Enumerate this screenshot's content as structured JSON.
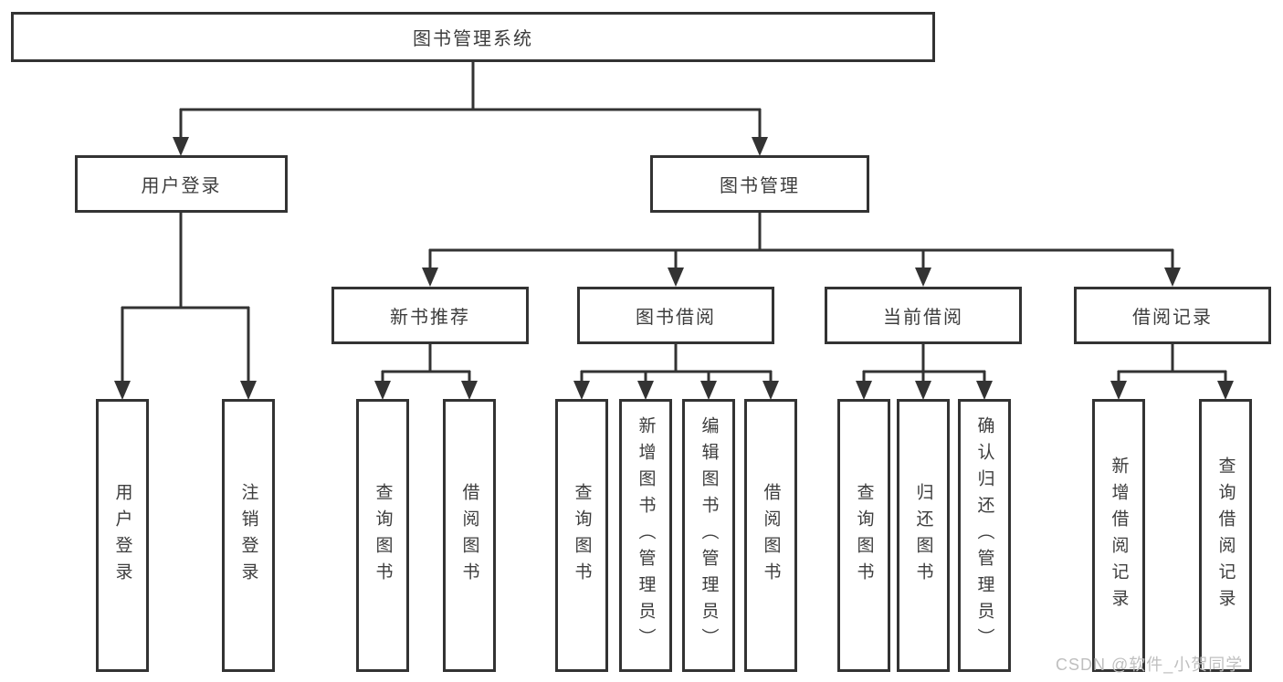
{
  "diagram": {
    "title": "图书管理系统",
    "level1": [
      {
        "label": "用户登录"
      },
      {
        "label": "图书管理"
      }
    ],
    "level2": [
      {
        "label": "新书推荐"
      },
      {
        "label": "图书借阅"
      },
      {
        "label": "当前借阅"
      },
      {
        "label": "借阅记录"
      }
    ],
    "leaves": [
      {
        "label": "用户登录"
      },
      {
        "label": "注销登录"
      },
      {
        "label": "查询图书"
      },
      {
        "label": "借阅图书"
      },
      {
        "label": "查询图书"
      },
      {
        "label": "新增图书（管理员）"
      },
      {
        "label": "编辑图书（管理员）"
      },
      {
        "label": "借阅图书"
      },
      {
        "label": "查询图书"
      },
      {
        "label": "归还图书"
      },
      {
        "label": "确认归还（管理员）"
      },
      {
        "label": "新增借阅记录"
      },
      {
        "label": "查询借阅记录"
      }
    ],
    "watermark": "CSDN @软件_小贺同学",
    "colors": {
      "line": "#333333",
      "text": "#3d3d3d",
      "background": "#ffffff",
      "watermark": "#bfbfbf"
    }
  }
}
